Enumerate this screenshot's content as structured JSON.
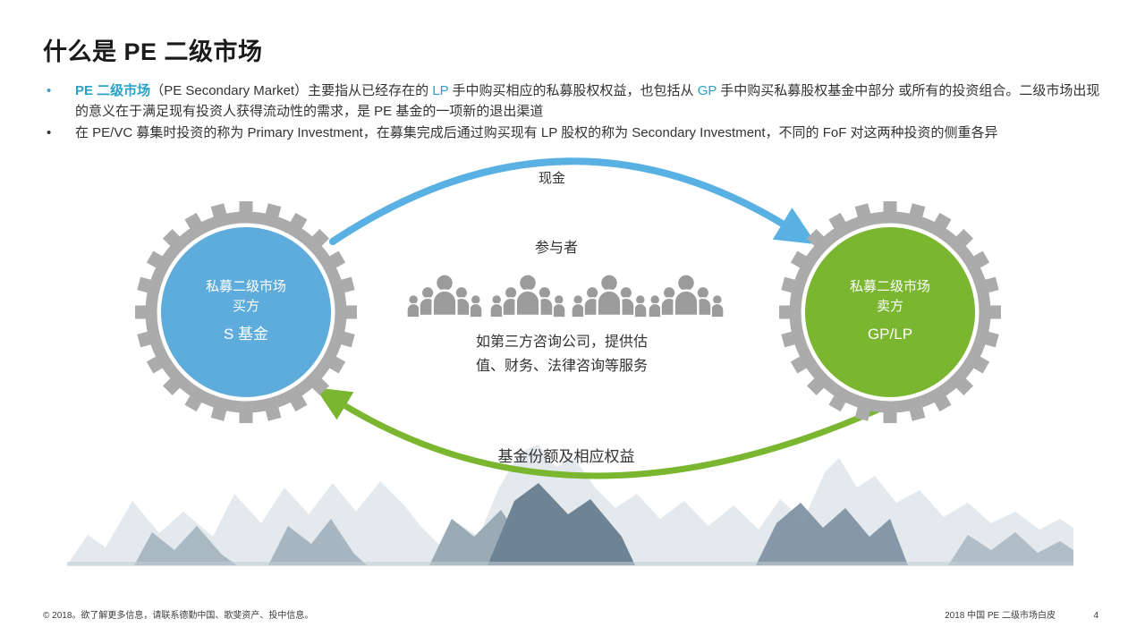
{
  "page": {
    "title": "什么是 PE 二级市场",
    "footer_left": "© 2018。欲了解更多信息，请联系德勤中国、歌斐资产、投中信息。",
    "footer_right": "2018 中国 PE 二级市场白皮",
    "page_number": "4"
  },
  "bullets": {
    "b1": {
      "highlight": "PE 二级市场",
      "seg1": "（PE Secondary Market）主要指从已经存在的 ",
      "lp": "LP",
      "seg2": " 手中购买相应的私募股权权益，也包括从 ",
      "gp": "GP",
      "seg3": " 手中购买私募股权基金中部分 或所有的投资组合。二级市场出现的意义在于满足现有投资人获得流动性的需求，是 PE 基金的一项新的退出渠道"
    },
    "b2": {
      "text": "在 PE/VC 募集时投资的称为 Primary Investment，在募集完成后通过购买现有 LP 股权的称为 Secondary Investment，不同的 FoF 对这两种投资的侧重各异"
    }
  },
  "diagram": {
    "top_arrow_label": "现金",
    "bottom_arrow_label": "基金份额及相应权益",
    "participants_title": "参与者",
    "participants_desc_line1": "如第三方咨询公司，提供估",
    "participants_desc_line2": "值、财务、法律咨询等服务",
    "left_gear": {
      "line1": "私募二级市场",
      "line2": "买方",
      "line3": "S 基金"
    },
    "right_gear": {
      "line1": "私募二级市场",
      "line2": "卖方",
      "line3": "GP/LP"
    },
    "colors": {
      "accent_teal": "#2AA2C6",
      "arrow_blue": "#58B0E3",
      "circle_blue": "#5EACDB",
      "green": "#7AB62F",
      "gear_gray": "#ABABAB",
      "people_gray": "#9B9B9B"
    }
  }
}
